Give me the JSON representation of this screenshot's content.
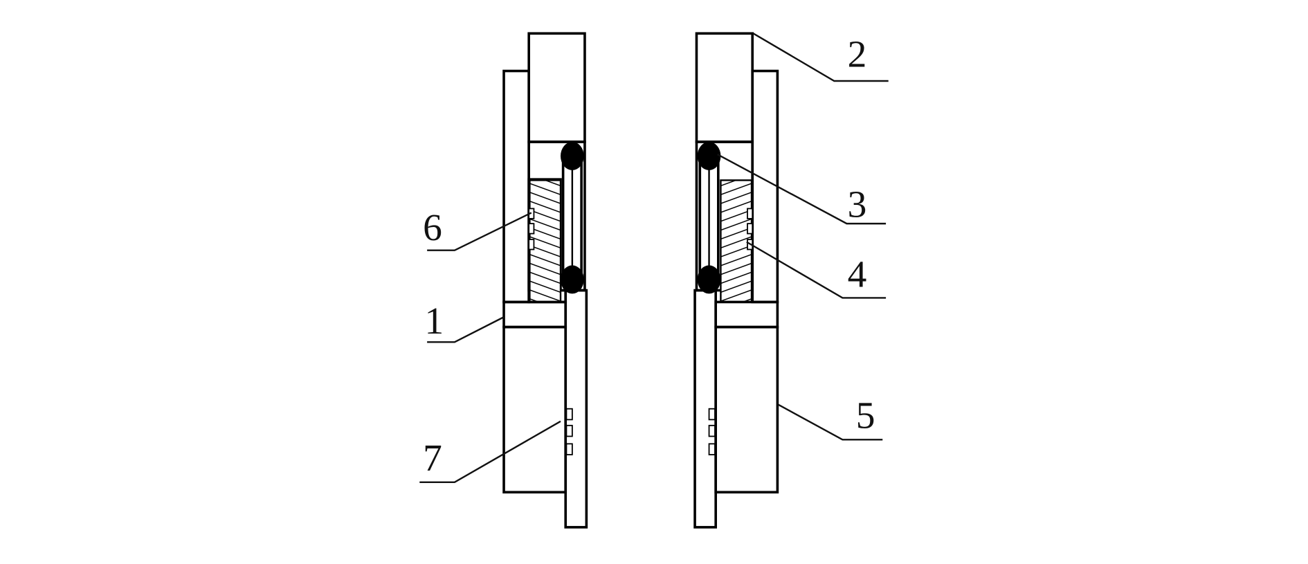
{
  "diagram": {
    "type": "cross-section",
    "labels": {
      "l1": "1",
      "l2": "2",
      "l3": "3",
      "l4": "4",
      "l5": "5",
      "l6": "6",
      "l7": "7"
    },
    "colors": {
      "line": "#000000",
      "background": "#ffffff"
    }
  }
}
